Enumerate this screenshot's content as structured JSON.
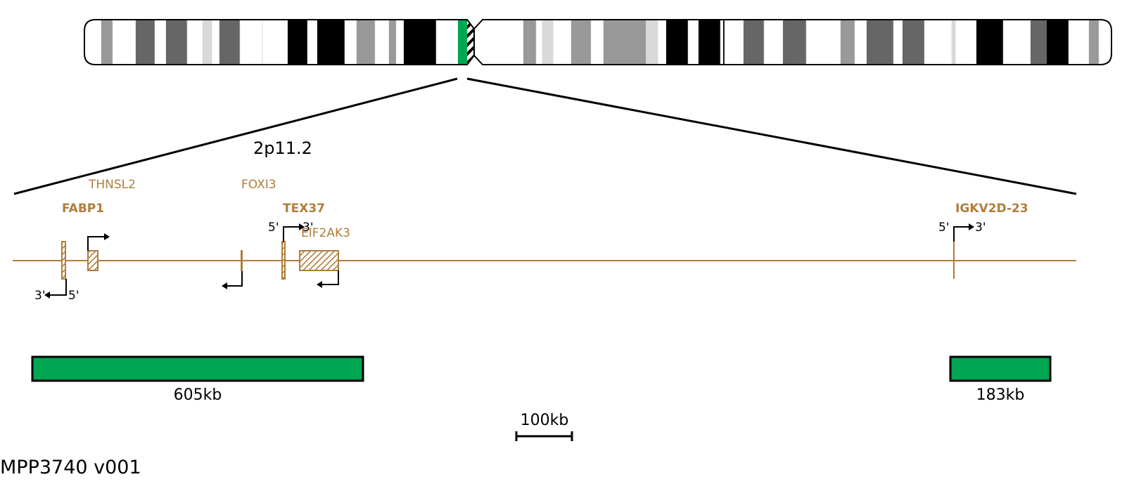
{
  "ideogram": {
    "highlight_color": "#00a651",
    "gene_color": "#b07d3a",
    "stains": {
      "gneg": "#ffffff",
      "gpos25": "#d9d9d9",
      "gpos50": "#999999",
      "gpos75": "#666666",
      "gpos100": "#000000",
      "highlight": "#00a651"
    }
  },
  "band_label": "2p11.2",
  "genes": [
    {
      "name": "THNSL2",
      "bold": false
    },
    {
      "name": "FABP1",
      "bold": true
    },
    {
      "name": "FOXI3",
      "bold": false
    },
    {
      "name": "TEX37",
      "bold": true
    },
    {
      "name": "EIF2AK3",
      "bold": false
    },
    {
      "name": "IGKV2D-23",
      "bold": true
    }
  ],
  "orientation_labels": {
    "five_prime": "5'",
    "three_prime": "3'"
  },
  "segments": [
    {
      "label": "605kb",
      "color": "#00a651"
    },
    {
      "label": "183kb",
      "color": "#00a651"
    }
  ],
  "scale_bar": {
    "label": "100kb"
  },
  "version_label": "MPP3740 v001"
}
